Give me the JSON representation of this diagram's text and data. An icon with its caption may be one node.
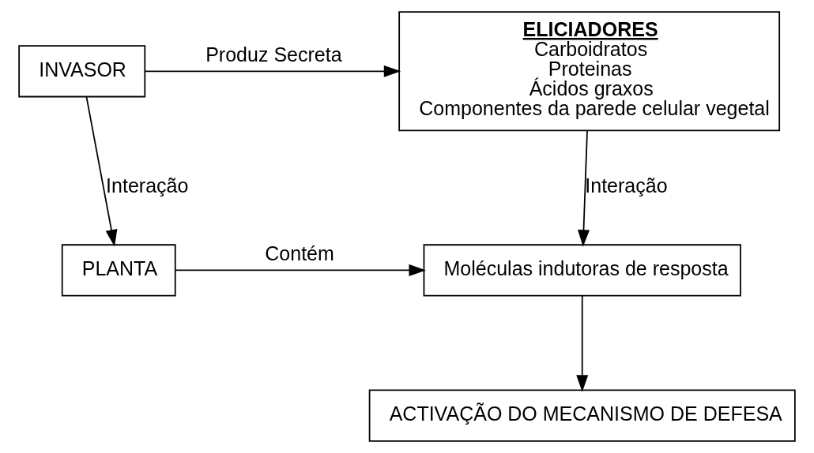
{
  "diagram": {
    "nodes": [
      {
        "text": [
          "INVASOR"
        ]
      },
      {
        "text": [
          "ELICIADORES",
          "Carboidratos",
          "Proteinas",
          "Ácidos graxos",
          "Componentes da parede celular vegetal"
        ]
      },
      {
        "text": [
          "PLANTA"
        ]
      },
      {
        "text": [
          "Moléculas indutoras de resposta"
        ]
      },
      {
        "text": [
          "ACTIVAÇÃO DO MECANISMO DE DEFESA"
        ]
      }
    ],
    "edges": [
      {
        "from": 0,
        "to": 1,
        "arrow": "to",
        "label": "Produz Secreta"
      },
      {
        "from": 0,
        "to": 2,
        "arrow": "to",
        "label": "Interação"
      },
      {
        "from": 1,
        "to": 3,
        "arrow": "to",
        "label": "Interação"
      },
      {
        "from": 2,
        "to": 3,
        "arrow": "to",
        "label": "Contém"
      },
      {
        "from": 3,
        "to": 4,
        "arrow": "to"
      }
    ]
  }
}
